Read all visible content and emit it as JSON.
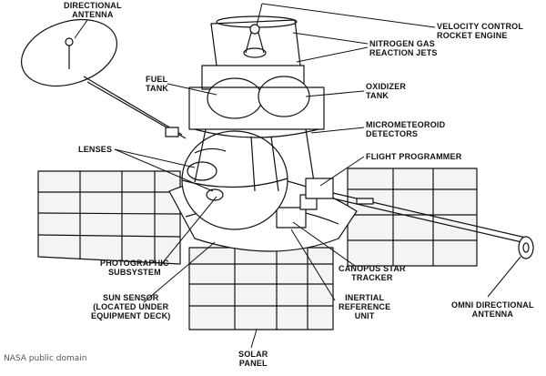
{
  "diagram": {
    "colors": {
      "ink": "#111111",
      "background": "#ffffff",
      "panel_fill": "#f4f4f4",
      "credit": "#555555"
    },
    "labels": {
      "directional_antenna": [
        "DIRECTIONAL",
        "ANTENNA"
      ],
      "velocity_control": [
        "VELOCITY CONTROL",
        "ROCKET ENGINE"
      ],
      "nitrogen_jets": [
        "NITROGEN GAS",
        "REACTION JETS"
      ],
      "fuel_tank": [
        "FUEL",
        "TANK"
      ],
      "oxidizer_tank": [
        "OXIDIZER",
        "TANK"
      ],
      "micrometeoroid": [
        "MICROMETEOROID",
        "DETECTORS"
      ],
      "lenses": "LENSES",
      "flight_programmer": "FLIGHT PROGRAMMER",
      "photographic": [
        "PHOTOGRAPHIC",
        "SUBSYSTEM"
      ],
      "canopus": [
        "CANOPUS STAR",
        "TRACKER"
      ],
      "sun_sensor": [
        "SUN SENSOR",
        "(LOCATED UNDER",
        "EQUIPMENT DECK)"
      ],
      "inertial": [
        "INERTIAL",
        "REFERENCE",
        "UNIT"
      ],
      "omni_antenna": [
        "OMNI DIRECTIONAL",
        "ANTENNA"
      ],
      "solar_panel": [
        "SOLAR",
        "PANEL"
      ]
    },
    "credit": "NASA public domain"
  }
}
